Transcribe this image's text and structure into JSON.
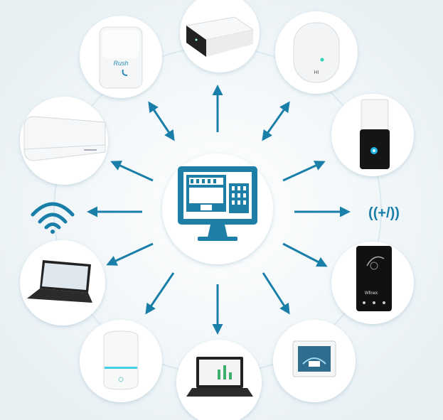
{
  "diagram": {
    "hub": {
      "icon": "monitor-dashboard-icon"
    },
    "devices": [
      {
        "id": "smart-plug",
        "icon": "smart-plug-icon",
        "label": "Rush"
      },
      {
        "id": "wifi-router",
        "icon": "router-icon",
        "label": ""
      },
      {
        "id": "smart-speaker",
        "icon": "round-speaker-icon",
        "label": "HI"
      },
      {
        "id": "air-conditioner",
        "icon": "air-conditioner-icon",
        "label": ""
      },
      {
        "id": "smart-lamp",
        "icon": "smart-lamp-icon",
        "label": ""
      },
      {
        "id": "wifi-signal",
        "icon": "wifi-icon",
        "label": ""
      },
      {
        "id": "radio-signal",
        "icon": "signal-waves-icon",
        "label": "((+/))"
      },
      {
        "id": "laptop-left",
        "icon": "laptop-icon",
        "label": ""
      },
      {
        "id": "wall-controller",
        "icon": "touch-panel-icon",
        "label": "Wfinex"
      },
      {
        "id": "speaker-cylinder",
        "icon": "cylinder-speaker-icon",
        "label": ""
      },
      {
        "id": "laptop-bottom",
        "icon": "laptop-icon",
        "label": ""
      },
      {
        "id": "thermostat",
        "icon": "thermostat-icon",
        "label": ""
      }
    ],
    "colors": {
      "accent": "#1a7fa8",
      "dark": "#1d6f93",
      "circle": "#ffffff",
      "ring": "#cfe3ec"
    }
  }
}
